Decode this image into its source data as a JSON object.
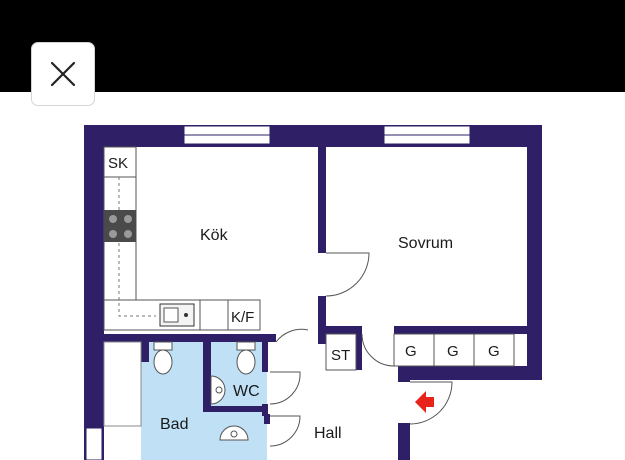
{
  "viewer": {
    "close_icon": "close-icon",
    "topbar_color": "#000000"
  },
  "floorplan": {
    "wall_color": "#2e1f66",
    "wet_room_color": "#bfe0f5",
    "rooms": {
      "kok": "Kök",
      "sovrum": "Sovrum",
      "bad": "Bad",
      "wc": "WC",
      "hall": "Hall"
    },
    "fixtures": {
      "sk": "SK",
      "kf": "K/F",
      "st": "ST",
      "g1": "G",
      "g2": "G",
      "g3": "G"
    },
    "entrance_icon": "entrance-arrow-icon",
    "entrance_color": "#e8231c"
  }
}
